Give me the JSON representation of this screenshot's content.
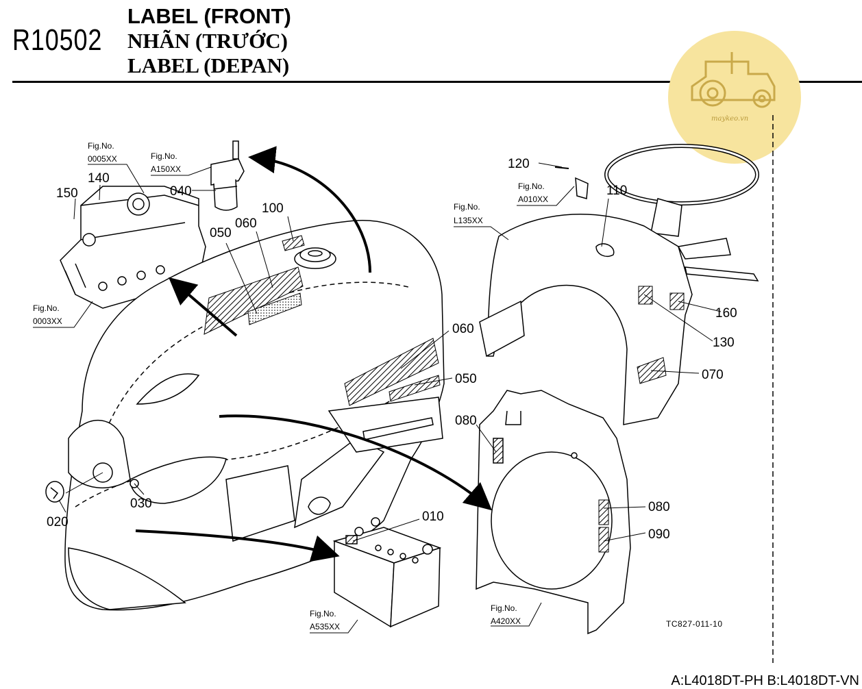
{
  "header": {
    "page_code": "R10502",
    "title_en": "LABEL (FRONT)",
    "title_vi": "NHÃN (TRƯỚC)",
    "title_fr": "LABEL (DEPAN)"
  },
  "watermark": {
    "text": "maykeo.vn",
    "color": "#f7e49e",
    "icon": "tractor-icon"
  },
  "figure_refs": [
    {
      "label": "Fig.No.",
      "code": "0005XX"
    },
    {
      "label": "Fig.No.",
      "code": "A150XX"
    },
    {
      "label": "Fig.No.",
      "code": "0003XX"
    },
    {
      "label": "Fig.No.",
      "code": "A010XX"
    },
    {
      "label": "Fig.No.",
      "code": "L135XX"
    },
    {
      "label": "Fig.No.",
      "code": "A535XX"
    },
    {
      "label": "Fig.No.",
      "code": "A420XX"
    }
  ],
  "callouts": {
    "c150": "150",
    "c140": "140",
    "c040": "040",
    "c100": "100",
    "c060a": "060",
    "c050a": "050",
    "c120": "120",
    "c110": "110",
    "c160": "160",
    "c130": "130",
    "c070": "070",
    "c060b": "060",
    "c050b": "050",
    "c080a": "080",
    "c080b": "080",
    "c090": "090",
    "c010": "010",
    "c030": "030",
    "c020": "020"
  },
  "drawing_ref": "TC827-011-10",
  "footer": {
    "models": "A:L4018DT-PH B:L4018DT-VN"
  }
}
